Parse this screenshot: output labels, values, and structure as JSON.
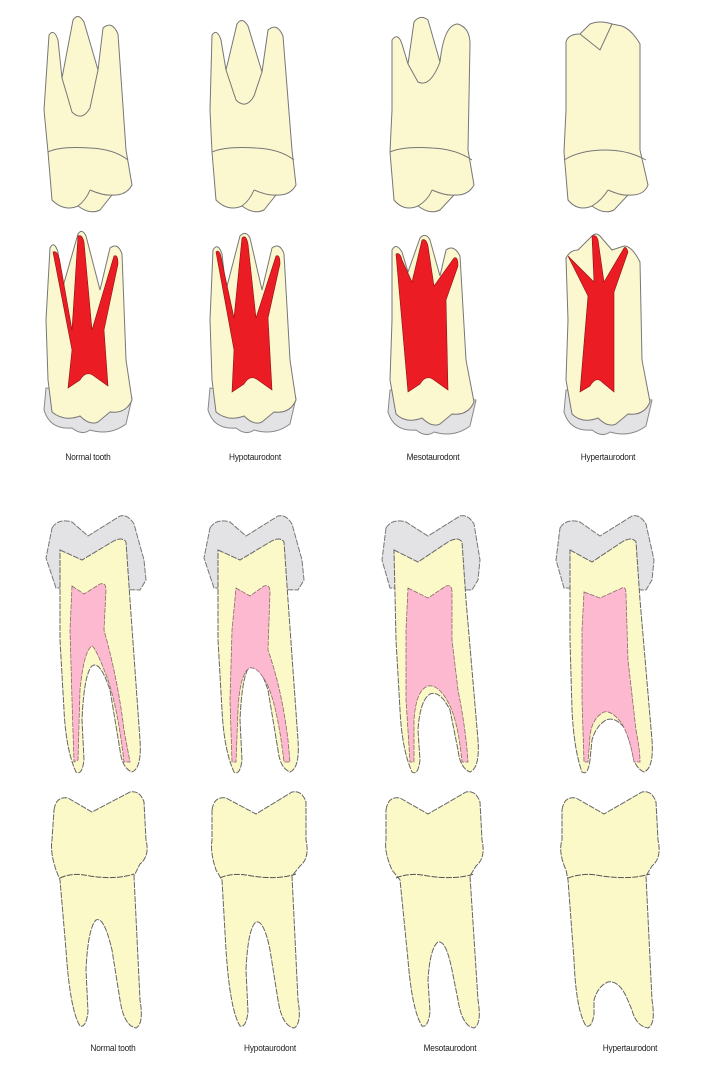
{
  "colors": {
    "dentin": "#fbf7cf",
    "dentin_lower": "#fbf9c8",
    "pulp_upper": "#ec1c24",
    "pulp_lower": "#fdb9cf",
    "enamel": "#e3e3e6",
    "outline": "#777777",
    "background": "#ffffff"
  },
  "top_panel": {
    "description": "Maxillary molar: external view and sectioned view showing pulp chamber",
    "labels": [
      "Normal tooth",
      "Hypotaurodont",
      "Mesotaurodont",
      "Hypertaurodont"
    ]
  },
  "bottom_panel": {
    "description": "Mandibular molar: sectioned view with pulp and external view",
    "labels": [
      "Normal tooth",
      "Hypotaurodont",
      "Mesotaurodont",
      "Hypertaurodont"
    ]
  }
}
